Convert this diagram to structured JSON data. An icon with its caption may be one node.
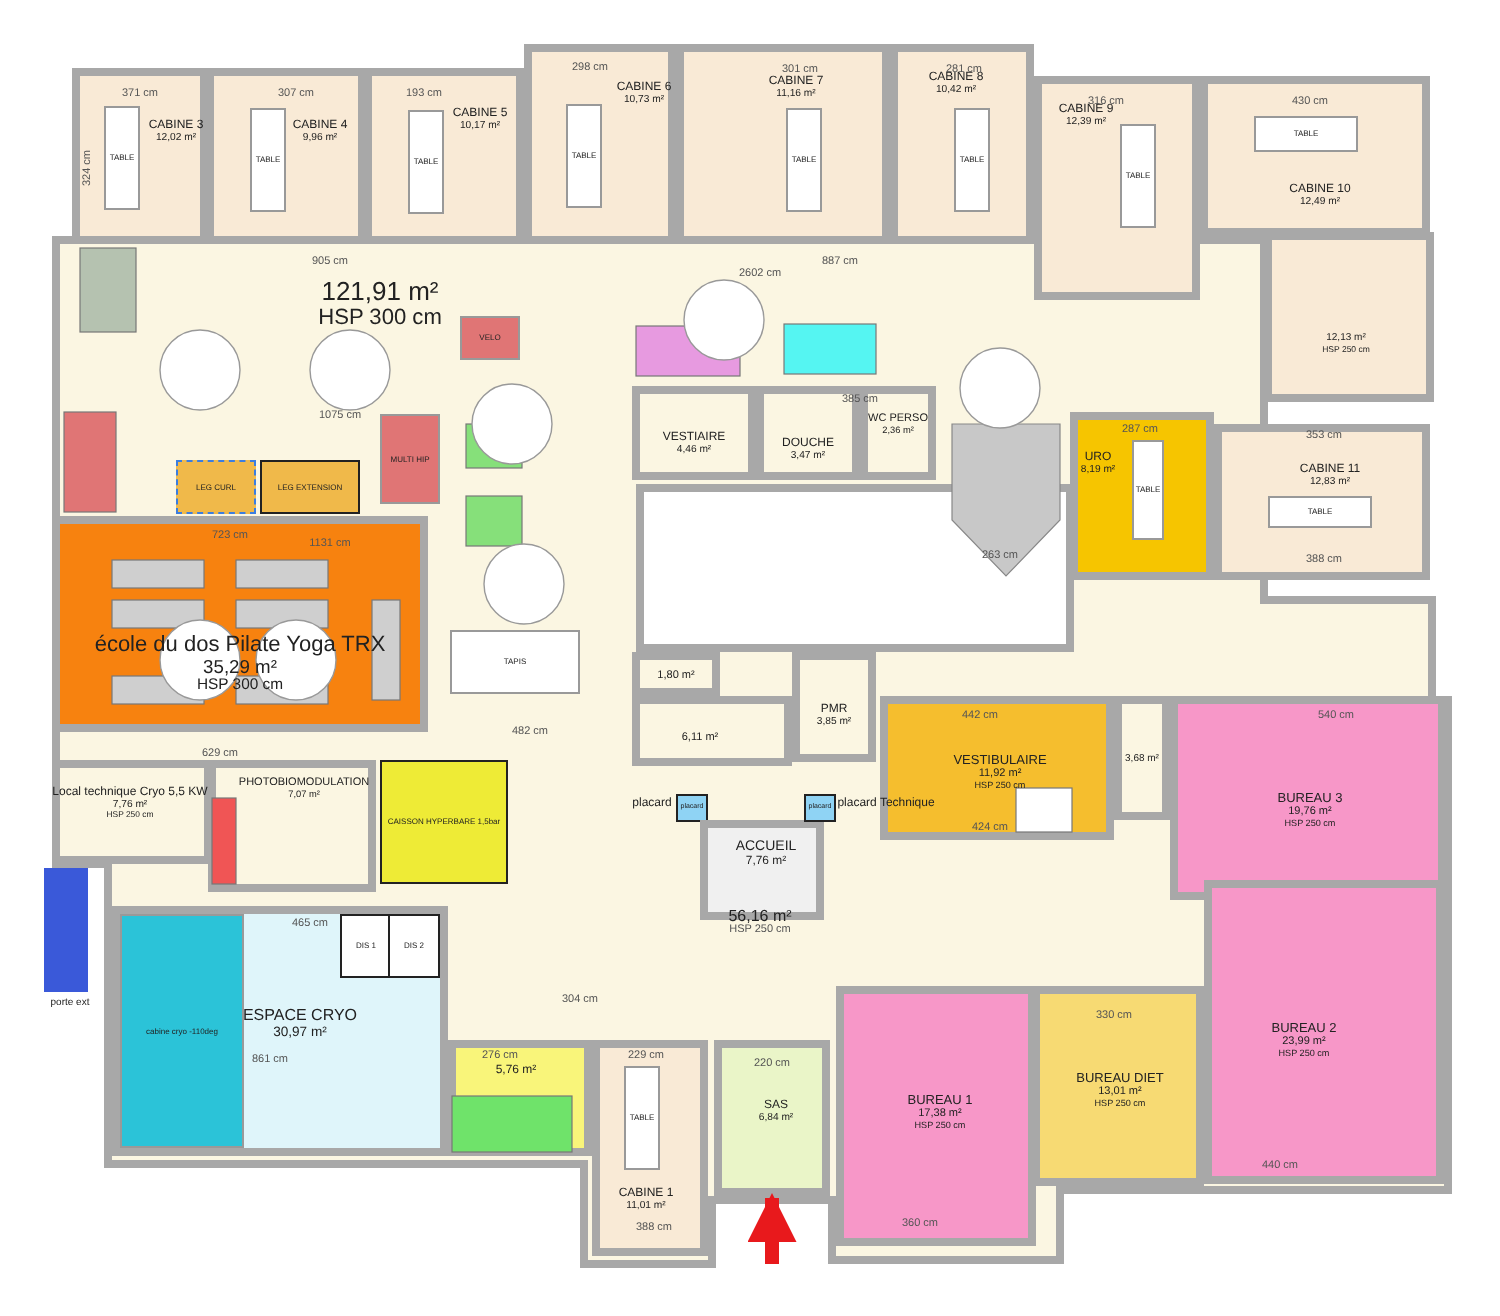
{
  "diagram": {
    "nodes": [
      {
        "text": [
          "CABINE 3",
          "12,02 m²"
        ]
      },
      {
        "text": [
          "TABLE"
        ],
        "in": 0
      },
      {
        "text": [
          "CABINE 4",
          "9,96 m²"
        ]
      },
      {
        "text": [
          "TABLE"
        ],
        "in": 2
      },
      {
        "text": [
          "CABINE 5",
          "10,17 m²"
        ]
      },
      {
        "text": [
          "TABLE"
        ],
        "in": 4
      },
      {
        "text": [
          "CABINE 6",
          "10,73 m²"
        ]
      },
      {
        "text": [
          "TABLE"
        ],
        "in": 6
      },
      {
        "text": [
          "CABINE 7",
          "11,16 m²"
        ]
      },
      {
        "text": [
          "TABLE"
        ],
        "in": 8
      },
      {
        "text": [
          "CABINE 8",
          "10,42 m²"
        ]
      },
      {
        "text": [
          "TABLE"
        ],
        "in": 10
      },
      {
        "text": [
          "CABINE 9",
          "12,39 m²"
        ]
      },
      {
        "text": [
          "TABLE"
        ],
        "in": 12
      },
      {
        "text": [
          "CABINE 10",
          "12,49 m²"
        ]
      },
      {
        "text": [
          "TABLE"
        ],
        "in": 14
      },
      {
        "text": [
          "121,91 m²",
          "HSP 300 cm"
        ]
      },
      {
        "text": [
          "VELO"
        ],
        "in": 16
      },
      {
        "text": [
          "MULTI HIP"
        ],
        "in": 16
      },
      {
        "text": [
          "LEG CURL"
        ],
        "in": 16
      },
      {
        "text": [
          "LEG EXTENSION"
        ],
        "in": 16
      },
      {
        "text": [
          "12,13 m²",
          "HSP 250 cm"
        ]
      },
      {
        "text": [
          "VESTIAIRE",
          "4,46 m²"
        ]
      },
      {
        "text": [
          "DOUCHE",
          "3,47 m²"
        ]
      },
      {
        "text": [
          "WC PERSO",
          "2,36 m²"
        ]
      },
      {
        "text": [
          "URO",
          "8,19 m²"
        ]
      },
      {
        "text": [
          "TABLE"
        ],
        "in": 25
      },
      {
        "text": [
          "CABINE 11",
          "12,83 m²"
        ]
      },
      {
        "text": [
          "TABLE"
        ],
        "in": 27
      },
      {
        "text": [
          "école du dos Pilate Yoga TRX",
          "35,29 m²",
          "HSP 300 cm"
        ]
      },
      {
        "text": [
          "TAPIS"
        ]
      },
      {
        "text": [
          "Local technique Cryo 5,5 KW",
          "7,76 m²",
          "HSP 250 cm"
        ]
      },
      {
        "text": [
          "PHOTOBIOMODULATION",
          "7,07 m²"
        ]
      },
      {
        "text": [
          "CAISSON HYPERBARE 1,5bar"
        ]
      },
      {
        "text": [
          "1,80 m²"
        ]
      },
      {
        "text": [
          "PMR",
          "3,85 m²"
        ]
      },
      {
        "text": [
          "6,11 m²"
        ]
      },
      {
        "text": [
          "VESTIBULAIRE",
          "11,92 m²",
          "HSP 250 cm"
        ]
      },
      {
        "text": [
          "3,68 m²"
        ]
      },
      {
        "text": [
          "BUREAU 3",
          "19,76 m²",
          "HSP 250 cm"
        ]
      },
      {
        "text": [
          "placard"
        ]
      },
      {
        "text": [
          "ACCUEIL",
          "7,76 m²"
        ]
      },
      {
        "text": [
          "placard"
        ]
      },
      {
        "text": [
          "porte ext"
        ]
      },
      {
        "text": [
          "ESPACE CRYO",
          "30,97 m²"
        ]
      },
      {
        "text": [
          "cabine cryo -110deg"
        ],
        "in": 44
      },
      {
        "text": [
          "DIS 1"
        ],
        "in": 44
      },
      {
        "text": [
          "DIS 2"
        ],
        "in": 44
      },
      {
        "text": [
          "5,76 m²"
        ]
      },
      {
        "text": [
          "CABINE 1",
          "11,01 m²"
        ]
      },
      {
        "text": [
          "TABLE"
        ],
        "in": 49
      },
      {
        "text": [
          "SAS",
          "6,84 m²"
        ]
      },
      {
        "text": [
          "BUREAU 1",
          "17,38 m²",
          "HSP 250 cm"
        ]
      },
      {
        "text": [
          "BUREAU DIET",
          "13,01 m²",
          "HSP 250 cm"
        ]
      },
      {
        "text": [
          "BUREAU 2",
          "23,99 m²",
          "HSP 250 cm"
        ]
      }
    ],
    "labels": [
      "298 cm",
      "301 cm",
      "281 cm",
      "371 cm",
      "307 cm",
      "193 cm",
      "316 cm",
      "430 cm",
      "324 cm",
      "905 cm",
      "887 cm",
      "2602 cm",
      "1075 cm",
      "385 cm",
      "287 cm",
      "353 cm",
      "723 cm",
      "1131 cm",
      "263 cm",
      "388 cm",
      "482 cm",
      "629 cm",
      "442 cm",
      "540 cm",
      "placard",
      "placard Technique",
      "424 cm",
      "465 cm",
      "56,16 m²",
      "HSP 250 cm",
      "304 cm",
      "861 cm",
      "276 cm",
      "229 cm",
      "220 cm",
      "330 cm",
      "440 cm",
      "388 cm",
      "360 cm"
    ],
    "edges": [
      {
        "from": null,
        "to": 51,
        "arrow": "to"
      }
    ]
  }
}
